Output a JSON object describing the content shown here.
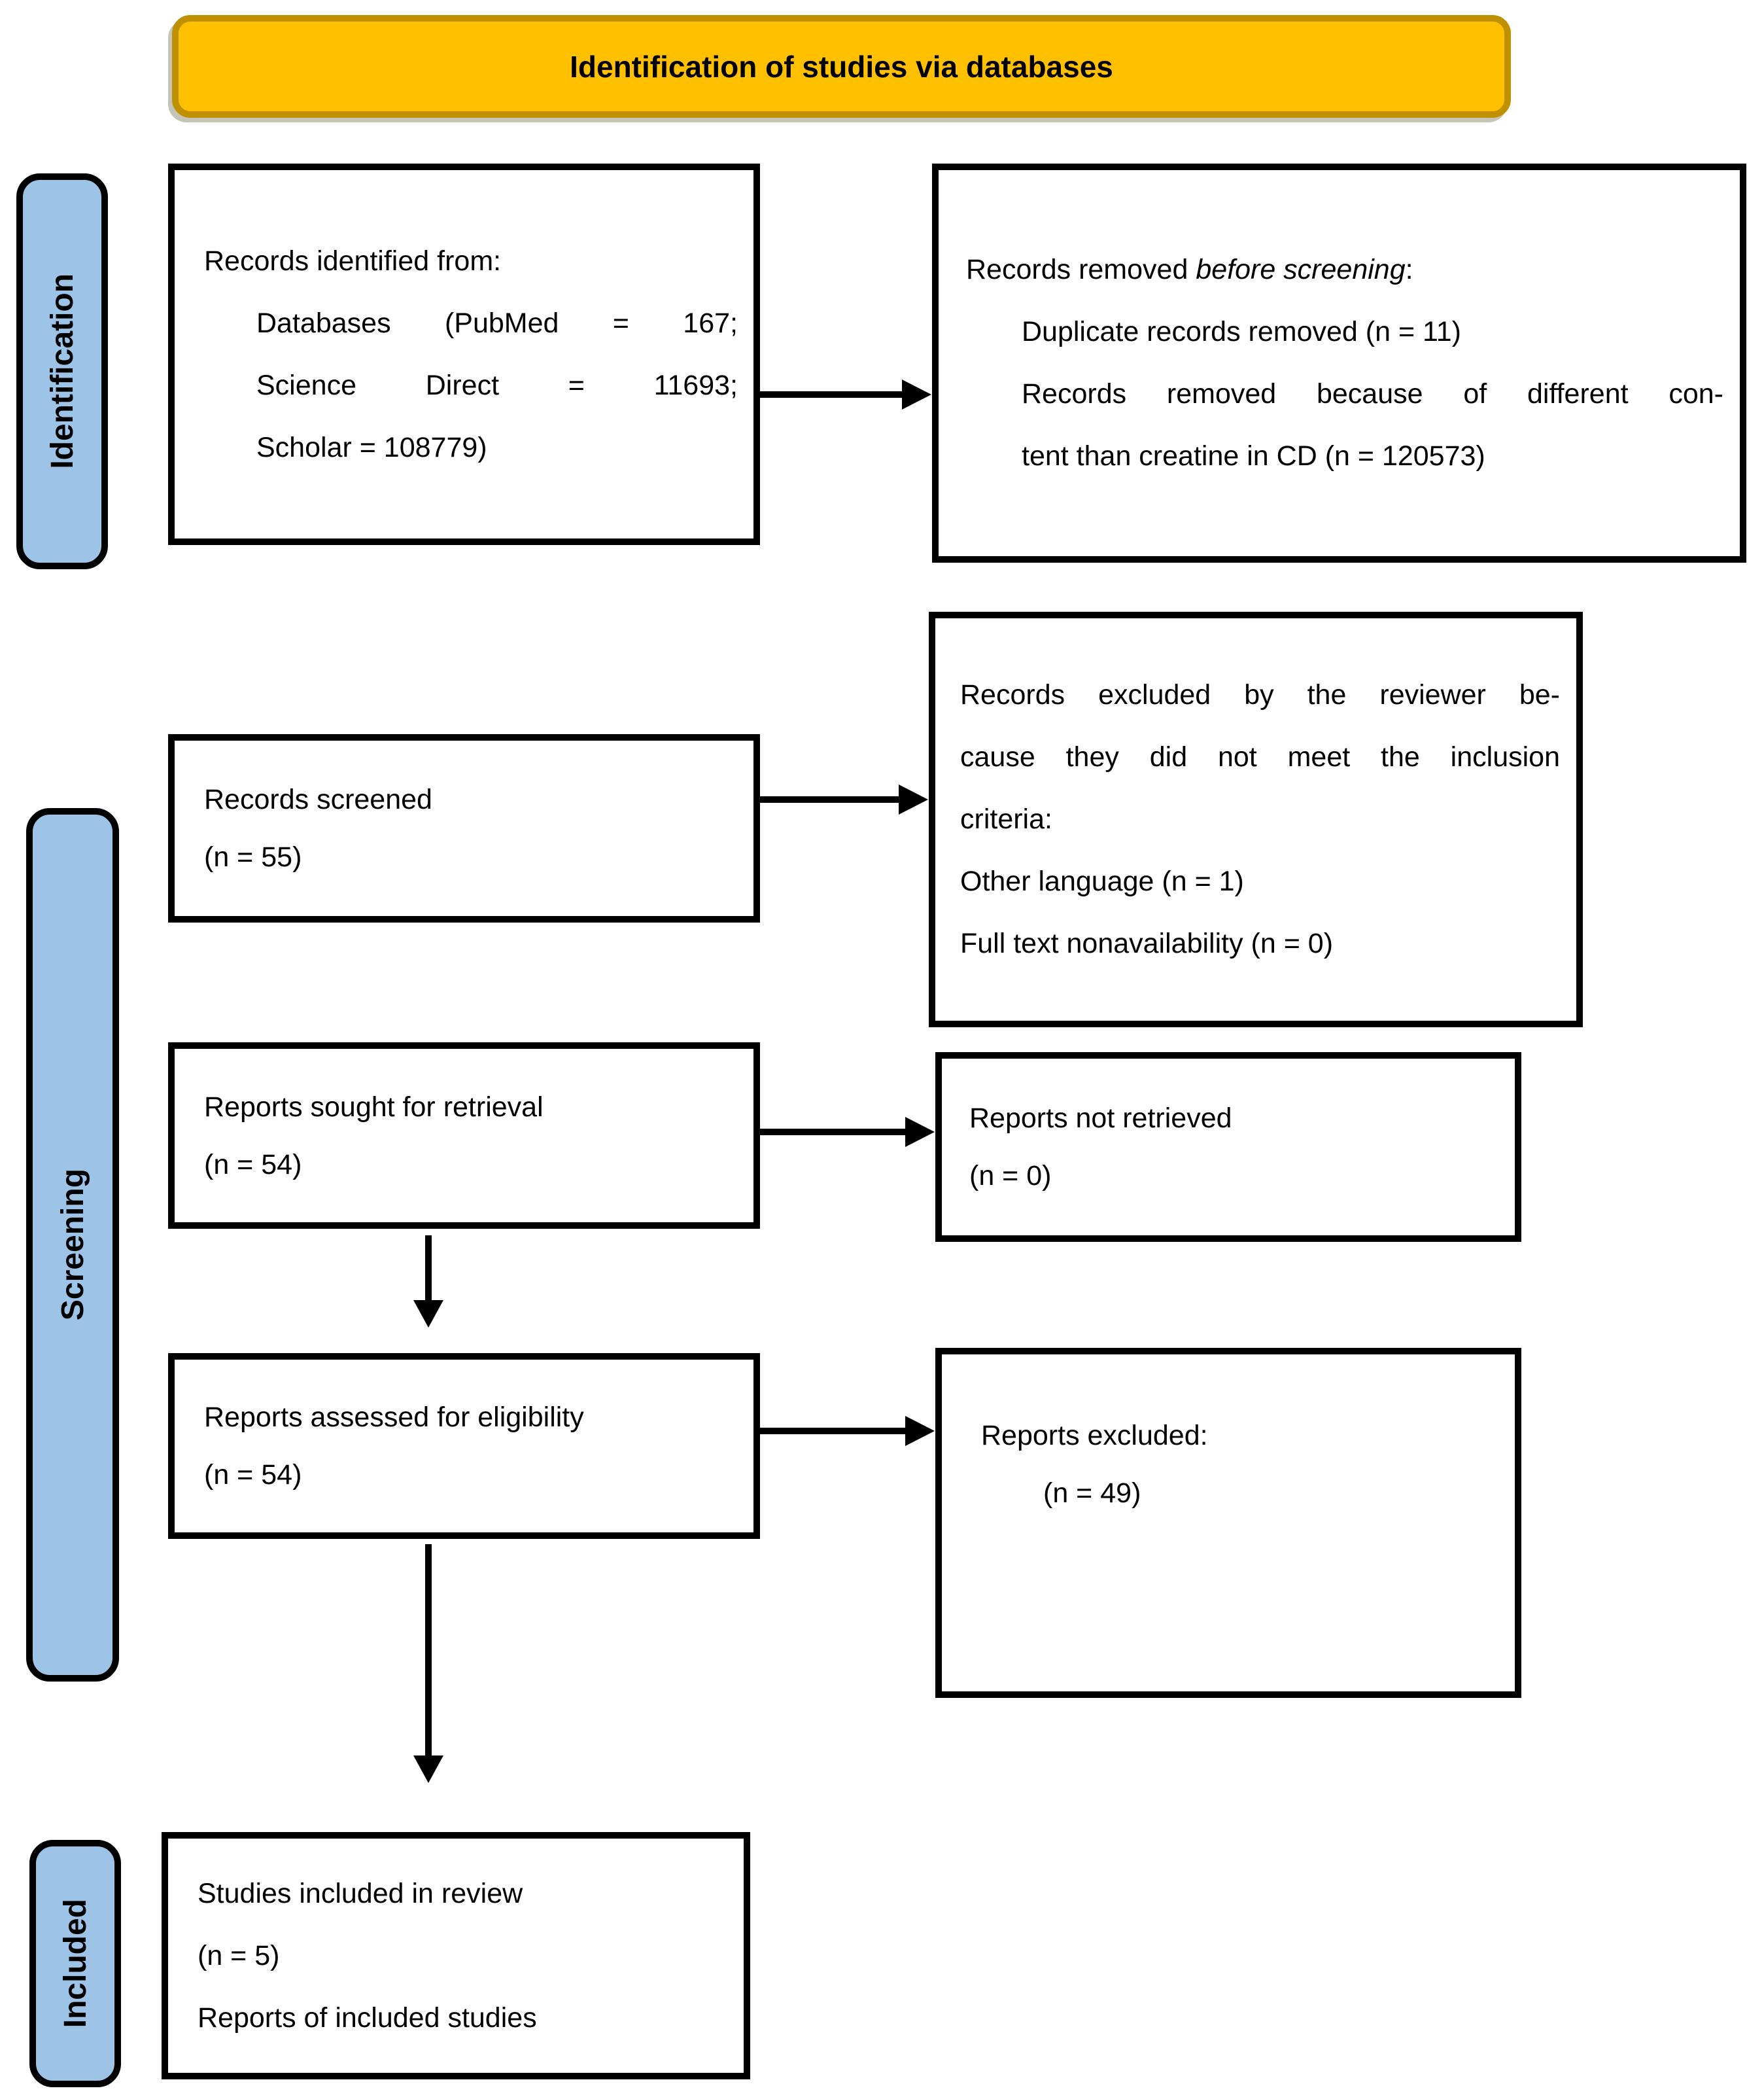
{
  "banner": {
    "title": "Identification of studies via databases"
  },
  "palette": {
    "banner_fill": "#FFC000",
    "banner_border": "#BF9000",
    "stage_fill": "#9DC3E6",
    "line_color": "#000000"
  },
  "stages": [
    {
      "label": "Identification"
    },
    {
      "label": "Screening"
    },
    {
      "label": "Included"
    }
  ],
  "boxes": {
    "records_identified": {
      "line1": "Records identified from:",
      "line2": "Databases (PubMed = 167;",
      "line3": "Science Direct = 11693;",
      "line4": "Scholar = 108779)"
    },
    "records_removed": {
      "line1_prefix": "Records removed ",
      "line1_italic": "before screening",
      "line1_suffix": ":",
      "line2": "Duplicate records removed (n = 11)",
      "line3": "Records removed because of different con-",
      "line4": "tent than creatine in CD (n = 120573)"
    },
    "records_screened": {
      "line1": "Records screened",
      "line2": "(n = 55)"
    },
    "records_excluded": {
      "line1": "Records excluded by the reviewer be-",
      "line2": "cause they did not meet the inclusion",
      "line3": "criteria:",
      "line4": "Other language (n = 1)",
      "line5": "Full text nonavailability (n = 0)"
    },
    "reports_sought": {
      "line1": "Reports sought for retrieval",
      "line2": "(n = 54)"
    },
    "reports_not_retrieved": {
      "line1": "Reports not retrieved",
      "line2": "(n = 0)"
    },
    "reports_assessed": {
      "line1": "Reports assessed for eligibility",
      "line2": "(n = 54)"
    },
    "reports_excluded": {
      "line1": "Reports excluded:",
      "line2": "(n = 49)"
    },
    "studies_included": {
      "line1": "Studies included in review",
      "line2": "(n = 5)",
      "line3": "Reports of included studies"
    }
  }
}
